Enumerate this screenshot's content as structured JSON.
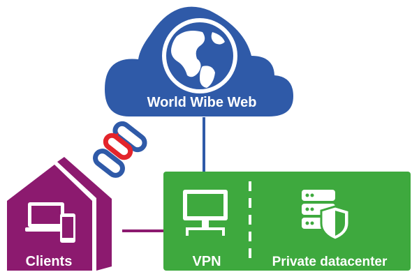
{
  "cloud": {
    "label": "World Wibe Web",
    "icon": "globe-icon",
    "color": "#2f5aa8"
  },
  "link": {
    "icon": "broken-chain-icon",
    "chain_color": "#2f5aa8",
    "break_color": "#e3242b"
  },
  "clients": {
    "label": "Clients",
    "icons": [
      "laptop-icon",
      "smartphone-icon"
    ],
    "color": "#8c1a6f"
  },
  "network": {
    "vpn_label": "VPN",
    "datacenter_label": "Private datacenter",
    "icons": [
      "monitor-network-icon",
      "server-shield-icon"
    ],
    "color": "#3ea93e"
  }
}
